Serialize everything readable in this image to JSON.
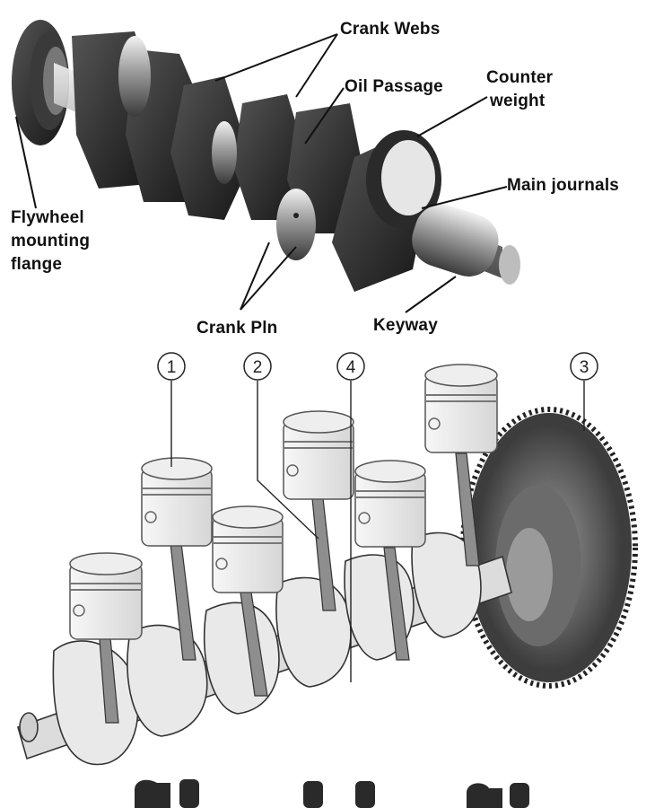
{
  "labels": {
    "crank_webs": "Crank Webs",
    "oil_passage": "Oil Passage",
    "counter_weight_1": "Counter",
    "counter_weight_2": "weight",
    "main_journals": "Main journals",
    "flywheel_1": "Flywheel",
    "flywheel_2": "mounting",
    "flywheel_3": "flange",
    "crank_pin": "Crank Pln",
    "keyway": "Keyway"
  },
  "callouts": [
    "1",
    "2",
    "4",
    "3"
  ],
  "colors": {
    "metal_dark": "#2b2b2b",
    "metal_light": "#d9d9d9",
    "flywheel": "#555555",
    "line": "#111111"
  }
}
